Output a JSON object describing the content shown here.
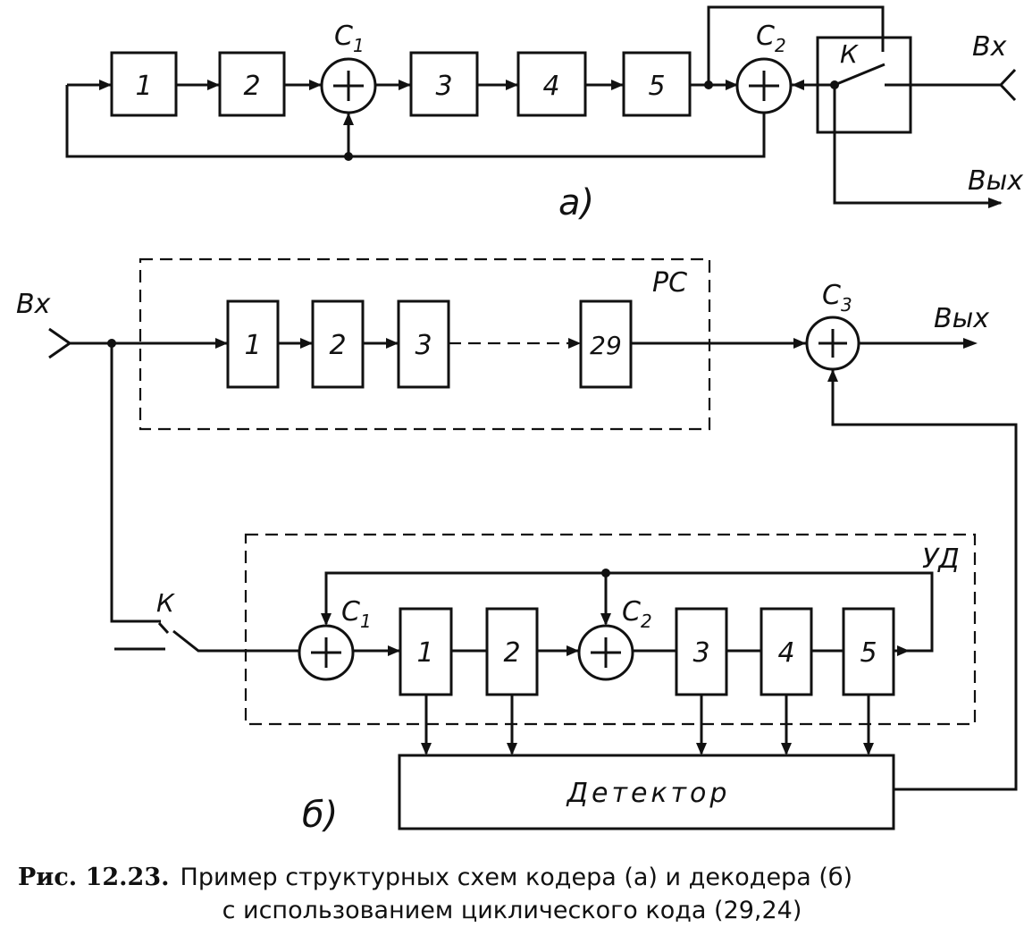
{
  "diagram_a": {
    "label": "а)",
    "blocks": [
      "1",
      "2",
      "3",
      "4",
      "5"
    ],
    "adder1": "C",
    "adder1_sub": "1",
    "adder2": "C",
    "adder2_sub": "2",
    "switch": "К",
    "input": "Вх",
    "output": "Вых"
  },
  "diagram_b": {
    "label": "б)",
    "rs_group": "РС",
    "rs_blocks": [
      "1",
      "2",
      "3",
      "29"
    ],
    "ud_group": "УД",
    "ud_blocks": [
      "1",
      "2",
      "3",
      "4",
      "5"
    ],
    "adder1": "C",
    "adder1_sub": "1",
    "adder2": "C",
    "adder2_sub": "2",
    "adder3": "C",
    "adder3_sub": "3",
    "switch": "К",
    "input": "Вх",
    "output": "Вых",
    "detector": "Детектор"
  },
  "caption": {
    "figure": "Рис. 12.23.",
    "line1": "Пример структурных схем кодера (а) и декодера (б)",
    "line2": "с использованием циклического кода (29,24)"
  }
}
